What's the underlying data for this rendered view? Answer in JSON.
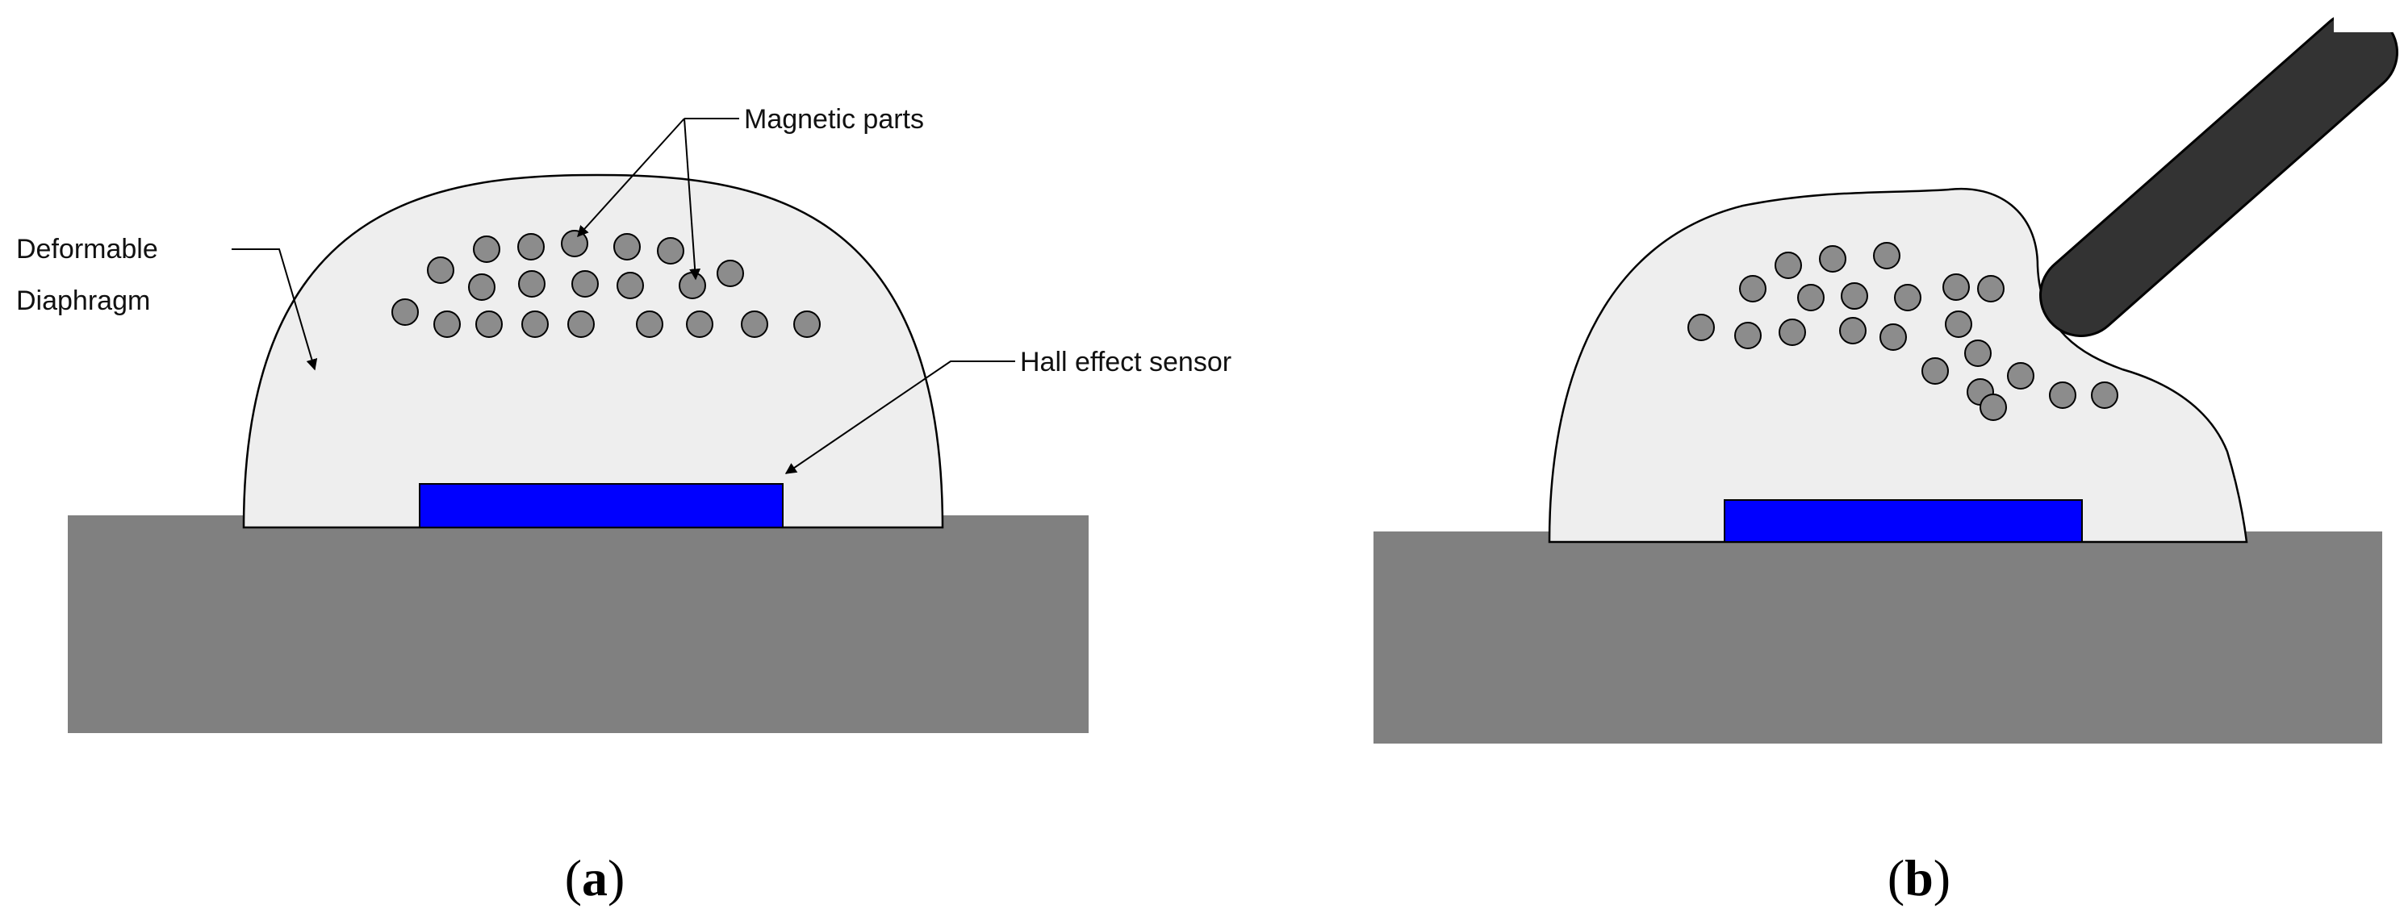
{
  "panel_a": {
    "caption_letter": "a",
    "labels": {
      "magnetic_parts": "Magnetic parts",
      "deformable_line1": "Deformable",
      "deformable_line2": "Diaphragm",
      "hall_sensor": "Hall effect sensor"
    }
  },
  "panel_b": {
    "caption_letter": "b"
  },
  "colors": {
    "base": "#808080",
    "diaphragm": "#eeeeee",
    "sensor": "#0000ff",
    "particle": "#8c8c8c",
    "probe": "#333333"
  }
}
